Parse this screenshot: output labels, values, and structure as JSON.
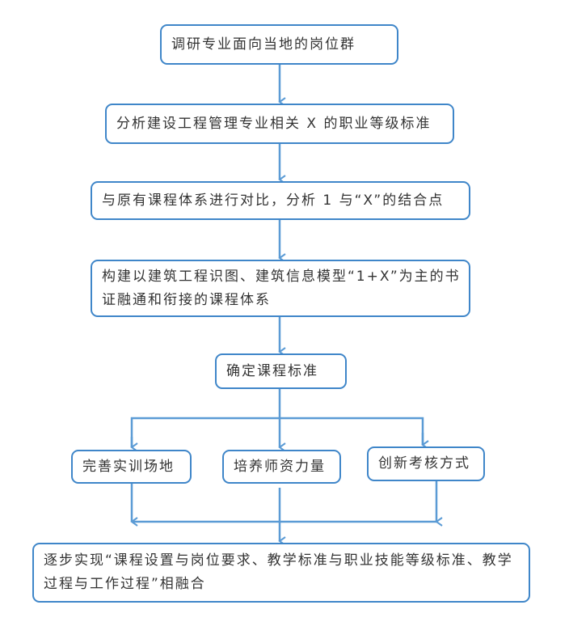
{
  "steps": {
    "s1": "调研专业面向当地的岗位群",
    "s2": "分析建设工程管理专业相关 X 的职业等级标准",
    "s3": "与原有课程体系进行对比，分析 1 与“X”的结合点",
    "s4": "构建以建筑工程识图、建筑信息模型“1+X”为主的书证融通和衔接的课程体系",
    "s5": "确定课程标准",
    "b1": "完善实训场地",
    "b2": "培养师资力量",
    "b3": "创新考核方式",
    "s6": "逐步实现“课程设置与岗位要求、教学标准与职业技能等级标准、教学过程与工作过程”相融合"
  },
  "colors": {
    "line": "#5b9bd5",
    "border": "#3f86c9"
  }
}
